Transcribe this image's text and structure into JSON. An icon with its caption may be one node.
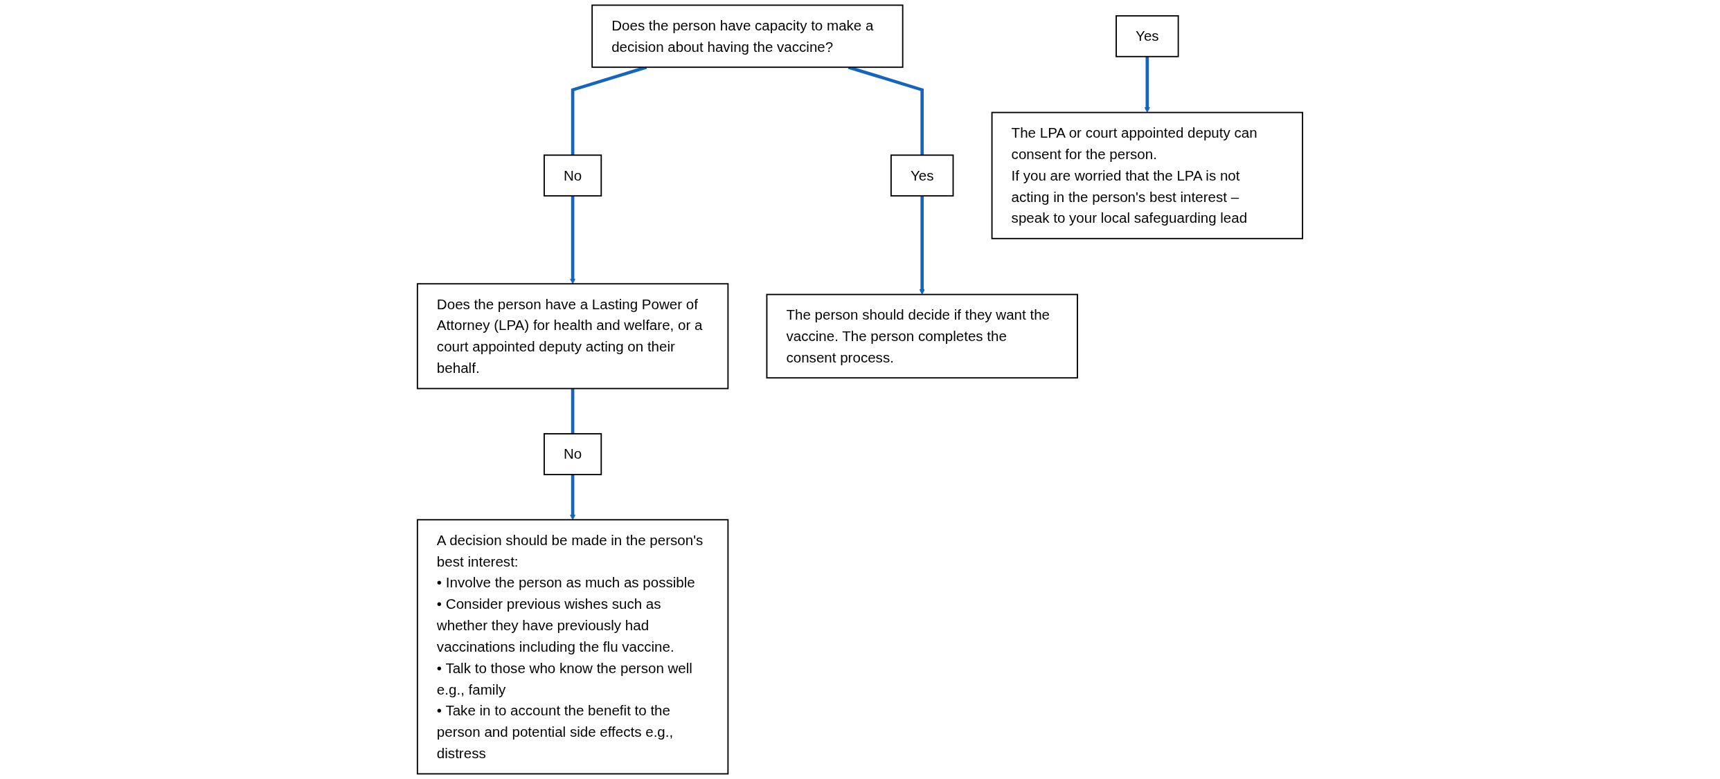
{
  "diagram": {
    "nodes": [
      {
        "text": [
          "No"
        ]
      },
      {
        "text": [
          "Does the person have capacity to make a decision about having the vaccine?"
        ]
      },
      {
        "text": [
          "Yes"
        ]
      },
      {
        "text": [
          "Does the person have a Lasting Power of Attorney (LPA) for health and welfare, or a court appointed deputy acting on their behalf."
        ]
      },
      {
        "text": [
          "No"
        ]
      },
      {
        "text": [
          "The person should decide if they want the vaccine. The person completes the consent process."
        ]
      },
      {
        "text": [
          "Yes"
        ]
      },
      {
        "text": [
          "A decision should be made in the person's best interest:",
          "• Involve the person as much as possible",
          "• Consider previous wishes such as whether they have previously had vaccinations including the flu vaccine.",
          "• Talk to those who know the person well e.g., family",
          "• Take in to account the benefit to the person and potential side effects e.g., distress"
        ]
      },
      {
        "text": [
          "The LPA or court appointed deputy can consent for the person.",
          "If you are worried that the LPA is not acting in the person's best interest – speak to your local safeguarding lead"
        ]
      }
    ],
    "edges": [
      {
        "from": 1,
        "to": 0,
        "arrow": "none"
      },
      {
        "from": 1,
        "to": 2,
        "arrow": "none"
      },
      {
        "from": 0,
        "to": 3,
        "arrow": "to"
      },
      {
        "from": 2,
        "to": 5,
        "arrow": "to"
      },
      {
        "from": 3,
        "to": 4,
        "arrow": "none"
      },
      {
        "from": 4,
        "to": 7,
        "arrow": "to"
      },
      {
        "from": 6,
        "to": 8,
        "arrow": "to"
      }
    ]
  }
}
